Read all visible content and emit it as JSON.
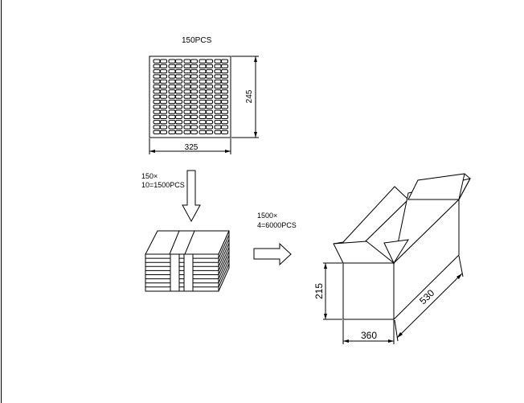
{
  "tray": {
    "count_label": "150PCS",
    "height_label": "245",
    "width_label": "325"
  },
  "step1": {
    "line1": "150×",
    "line2": "10=1500PCS"
  },
  "step2": {
    "line1": "1500×",
    "line2": "4=6000PCS"
  },
  "carton": {
    "height_label": "215",
    "width_label": "360",
    "length_label": "530"
  }
}
